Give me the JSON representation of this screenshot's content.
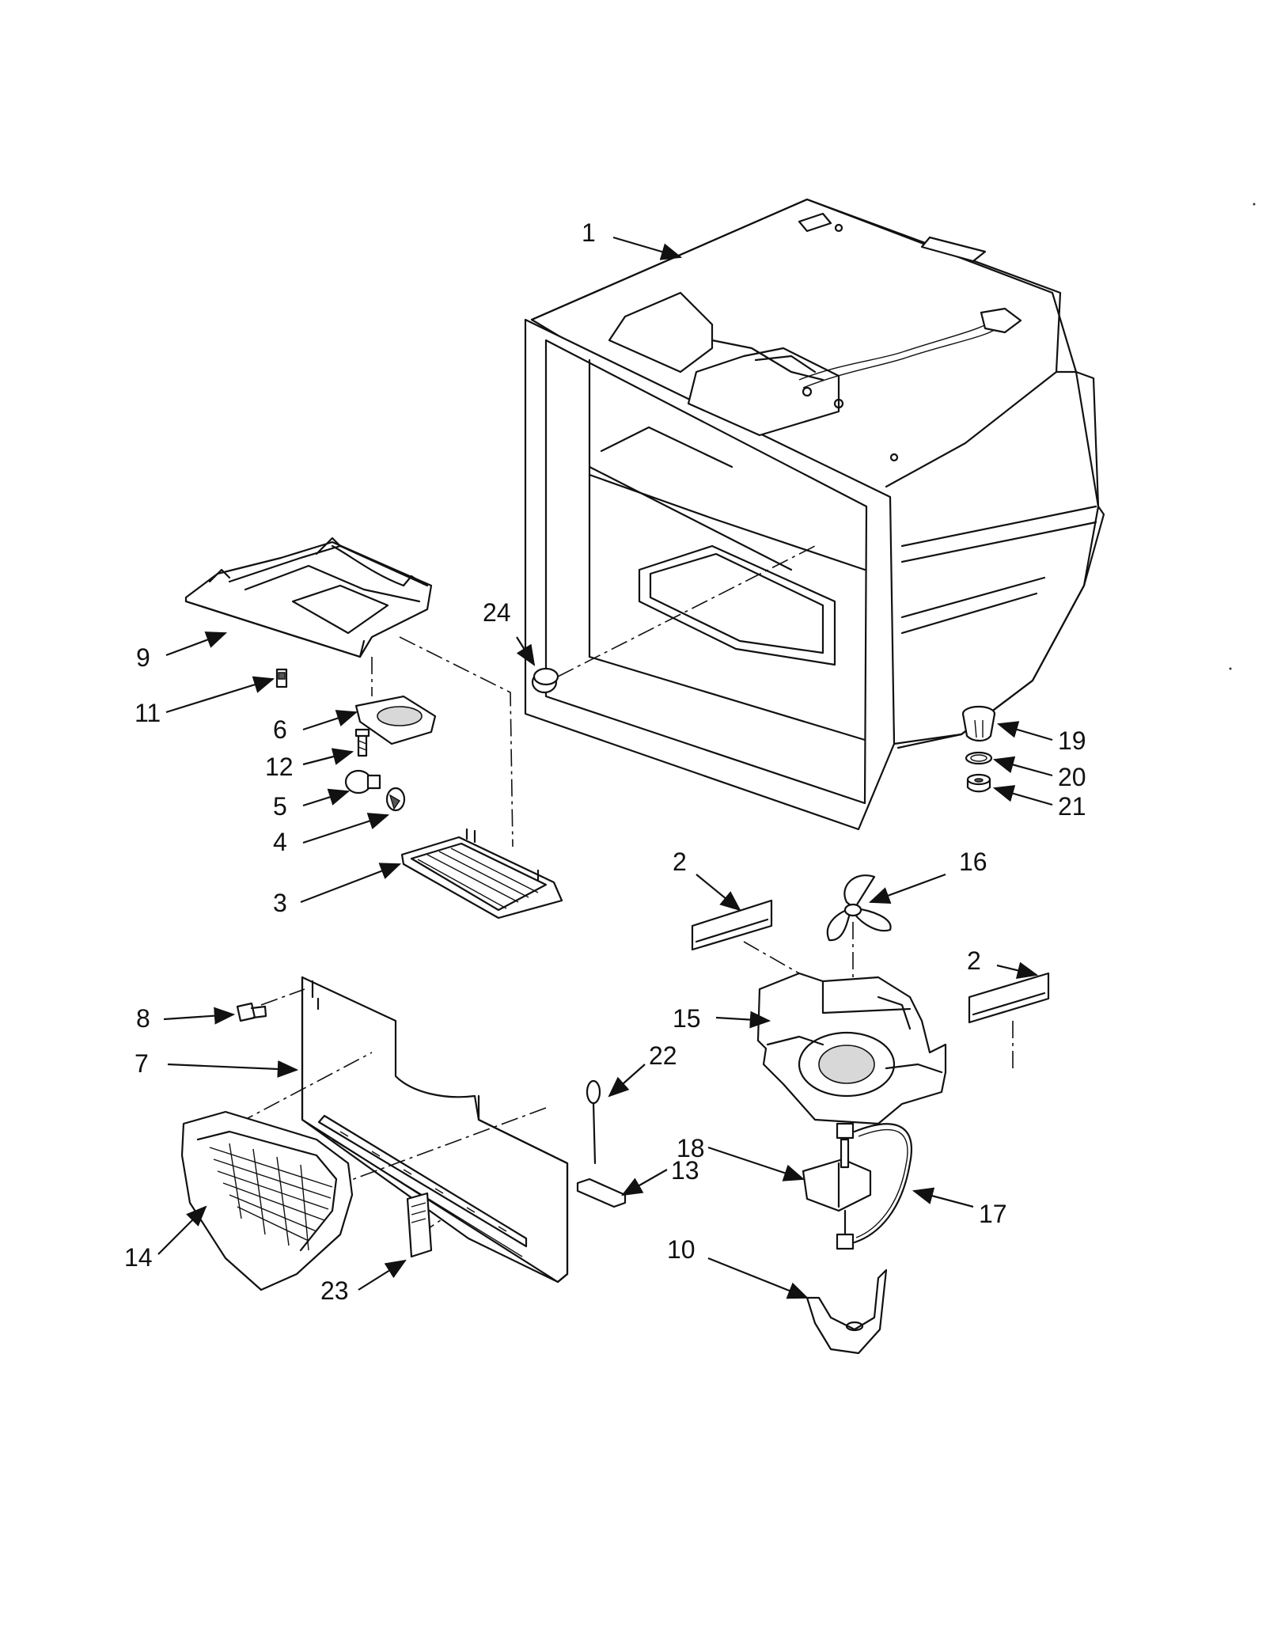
{
  "diagram": {
    "callouts": {
      "c1": "1",
      "c2a": "2",
      "c2b": "2",
      "c3": "3",
      "c4": "4",
      "c5": "5",
      "c6": "6",
      "c7": "7",
      "c8": "8",
      "c9": "9",
      "c10": "10",
      "c11": "11",
      "c12": "12",
      "c13": "13",
      "c14": "14",
      "c15": "15",
      "c16": "16",
      "c17": "17",
      "c18": "18",
      "c19": "19",
      "c20": "20",
      "c21": "21",
      "c22": "22",
      "c23": "23",
      "c24": "24"
    }
  }
}
